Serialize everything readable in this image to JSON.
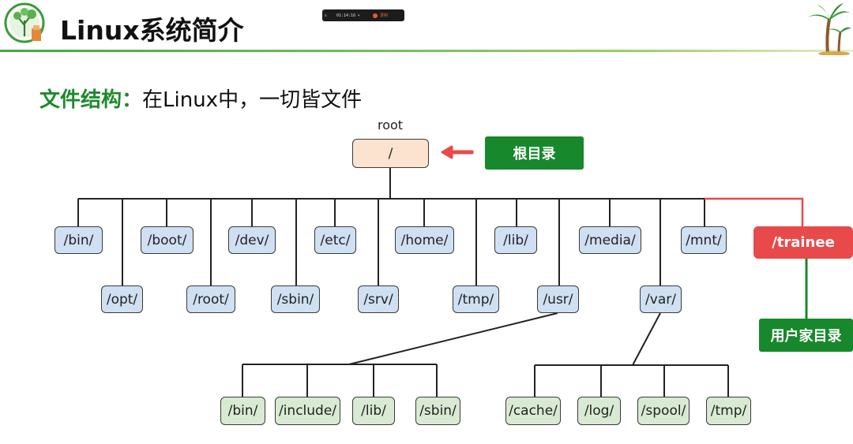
{
  "header": {
    "title": "Linux系统简介"
  },
  "subtitle": {
    "highlight": "文件结构：",
    "text": "在Linux中，一切皆文件"
  },
  "recorder": {
    "time": "01:14:16",
    "stop_label": "录制"
  },
  "tree": {
    "root_caption": "root",
    "root": "/",
    "root_note": "根目录",
    "row1": [
      "/bin/",
      "/boot/",
      "/dev/",
      "/etc/",
      "/home/",
      "/lib/",
      "/media/",
      "/mnt/"
    ],
    "row2": [
      "/opt/",
      "/root/",
      "/sbin/",
      "/srv/",
      "/tmp/",
      "/usr/",
      "/var/"
    ],
    "trainee": "/trainee",
    "trainee_note": "用户家目录",
    "usr_children": [
      "/bin/",
      "/include/",
      "/lib/",
      "/sbin/"
    ],
    "var_children": [
      "/cache/",
      "/log/",
      "/spool/",
      "/tmp/"
    ]
  },
  "colors": {
    "title_green": "#1e8a2c",
    "tag_green": "#17882b",
    "highlight_red": "#e84a4a",
    "dir_blue": "#cfe0f3",
    "sub_green": "#d9ead3",
    "root_peach": "#fbe3cf"
  }
}
